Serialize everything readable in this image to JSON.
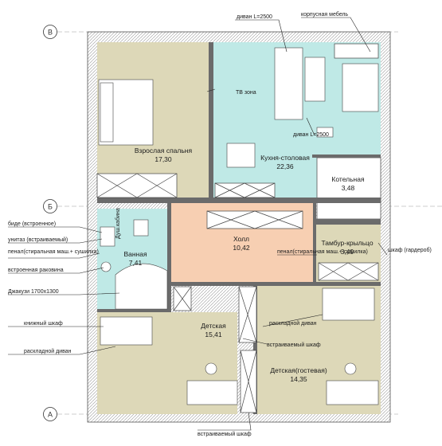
{
  "axes": {
    "a": "А",
    "b": "Б",
    "v": "В"
  },
  "rooms": {
    "master_bedroom": {
      "name": "Взрослая спальня",
      "area": "17,30"
    },
    "kitchen_dining": {
      "name": "Кухня-столовая",
      "area": "22,36"
    },
    "boiler_room": {
      "name": "Котельная",
      "area": "3,48"
    },
    "bathroom": {
      "name": "Ванная",
      "area": "7,41"
    },
    "hall": {
      "name": "Холл",
      "area": "10,42"
    },
    "vestibule": {
      "name": "Тамбур-крыльцо",
      "area": "3,49"
    },
    "kids_room": {
      "name": "Детская",
      "area": "15,41"
    },
    "guest_kids_room": {
      "name": "Детская(гостевая)",
      "area": "14,35"
    }
  },
  "callouts": {
    "sofa_top": "диван L=2500",
    "cabinet_furniture": "корпусная мебель",
    "tv_zone": "ТВ зона",
    "sofa_mid": "диван L=2500",
    "bidet": "биде (встроенное)",
    "toilet": "унитаз (встраиваемый)",
    "cabinet_washer_bath": "пенал(стиральная маш.+ сушилка)",
    "builtin_sink": "встроенная раковина",
    "jacuzzi": "Джакузи 1700х1300",
    "bookcase": "книжный шкаф",
    "sofa_bed_left": "раскладной диван",
    "sofa_bed_right": "раскладной диван",
    "wardrobe_hall": "шкаф (гардероб)",
    "cabinet_washer_hall": "пенал(стиральная маш.+ сушилка)",
    "builtin_wardrobe_mid": "встраиваемый шкаф",
    "builtin_wardrobe_bottom": "встраиваемый шкаф",
    "shower_label": "Душ.кабина"
  },
  "colors": {
    "bedroom_fill": "#ddd8b8",
    "kitchen_fill": "#bfe9e6",
    "bathroom_fill": "#bfe9e6",
    "hall_fill": "#f7cfb2",
    "vestibule_fill": "#ddd8b8",
    "kids_fill": "#ddd8b8",
    "boiler_fill": "#ffffff",
    "wall_color": "#6b6b6b"
  }
}
